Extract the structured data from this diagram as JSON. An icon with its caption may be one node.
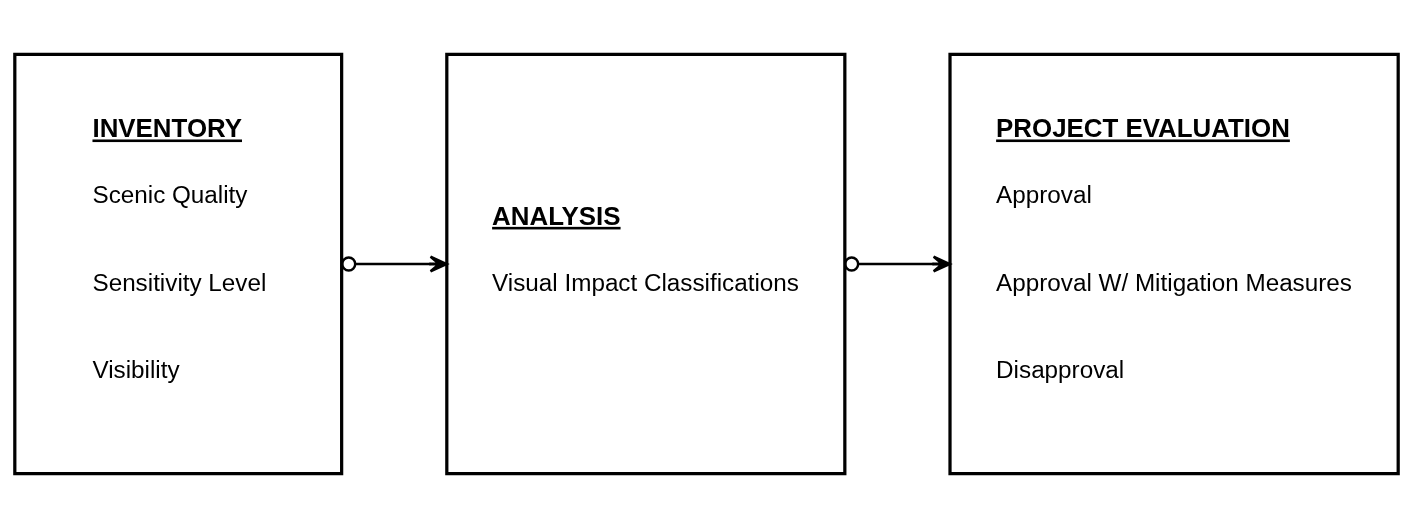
{
  "diagram": {
    "nodes": [
      {
        "text": [
          "INVENTORY",
          "Scenic Quality",
          "Sensitivity Level",
          "Visibility"
        ]
      },
      {
        "text": [
          "ANALYSIS",
          "Visual Impact Classifications"
        ]
      },
      {
        "text": [
          "PROJECT EVALUATION",
          "Approval",
          "Approval W/ Mitigation Measures",
          "Disapproval"
        ]
      }
    ],
    "edges": [
      {
        "from": 0,
        "to": 1,
        "arrow": "to"
      },
      {
        "from": 1,
        "to": 2,
        "arrow": "to"
      }
    ]
  }
}
